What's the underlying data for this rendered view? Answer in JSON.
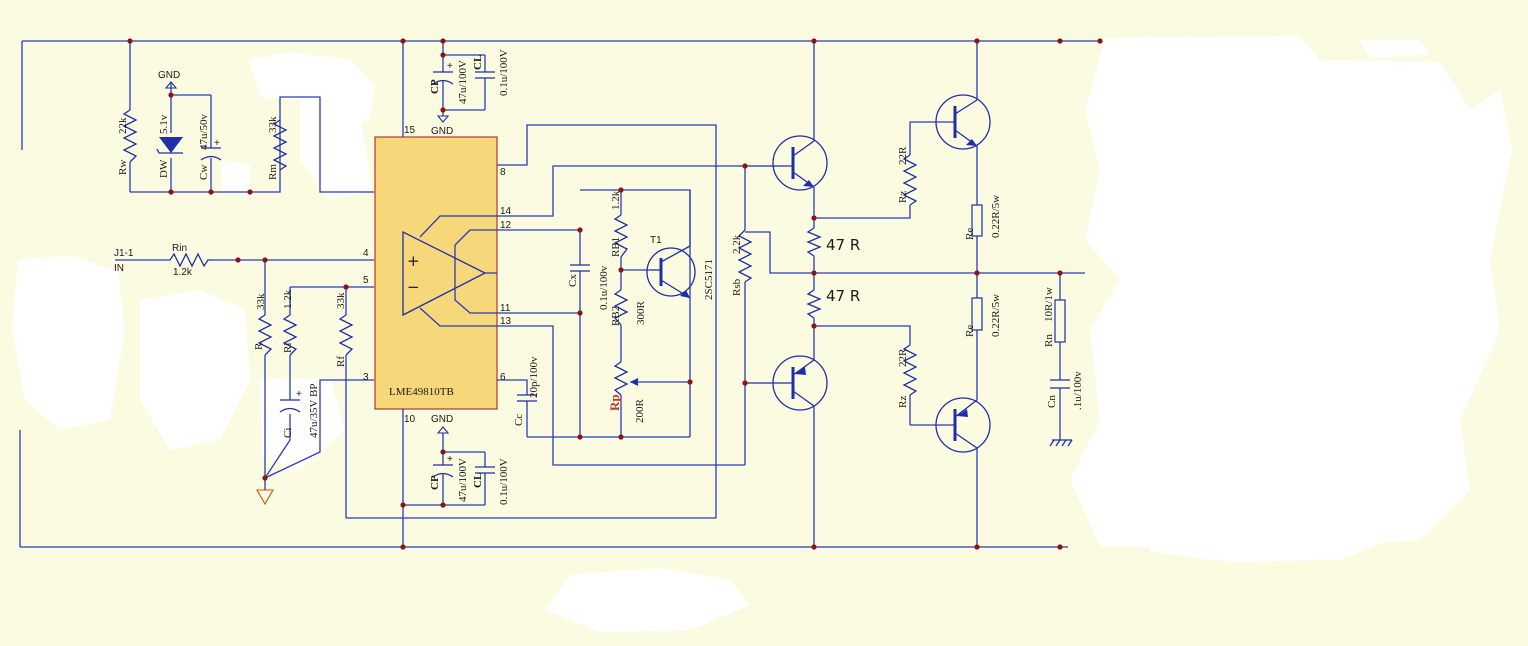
{
  "colors": {
    "background": "#fbfbe1",
    "wire": "#2b3ab8",
    "junction": "#8b1414",
    "chip_fill": "#f6d77a",
    "chip_border": "#b03a2e",
    "rp_label": "#c0392b",
    "ground": "#d35400",
    "zener_fill": "#1f2fa6"
  },
  "chip": {
    "part": "LME49810TB",
    "pins": {
      "p15": "15",
      "p8": "8",
      "p14": "14",
      "p12": "12",
      "p4": "4",
      "p5": "5",
      "p11": "11",
      "p13": "13",
      "p3": "3",
      "p6": "6",
      "p10": "10"
    },
    "plus": "+",
    "minus": "−"
  },
  "labels": {
    "gnd_zener": "GND",
    "gnd_top": "GND",
    "gnd_bottom": "GND",
    "j1": "J1-1",
    "in": "IN",
    "rin": "Rin",
    "rin_val": "1.2k",
    "rw": "Rw",
    "rw_val": "22k",
    "dw": "DW",
    "dw_val": "5.1v",
    "cw": "Cw",
    "cw_val": "47u/50v",
    "rm": "Rm",
    "rm_val": "33k",
    "cp_top": "CP",
    "cp_top_val": "47u/100V",
    "cl_top": "CL",
    "cl_top_val": "0.1u/100V",
    "cp_bot": "CP",
    "cp_bot_val": "47u/100V",
    "cl_bot": "CL",
    "cl_bot_val": "0.1u/100V",
    "r33k_left": "33k",
    "r33k_left_name": "R",
    "ri": "Ri",
    "ri_val": "1.2k",
    "rf": "Rf",
    "rf_val": "33k",
    "ci": "Ci",
    "ci_val": "47u/35V BP",
    "cc": "Cc",
    "cc_val": "20p/100v",
    "cx": "Cx",
    "cx_val": "0.1u/100v",
    "rb1": "RB1",
    "rb1_val": "1.2k",
    "rb2": "RB2",
    "rb2_val": "300R",
    "rp": "Rp",
    "rp_val": "200R",
    "t1": "T1",
    "t1_part": "2SC5171",
    "rsb": "Rsb",
    "rsb_val": "2.2k",
    "r47_top": "47 R",
    "r47_bot": "47 R",
    "rz_top": "Rz",
    "rz_top_val": "22R",
    "rz_bot": "Rz",
    "rz_bot_val": "22R",
    "re_top": "Re",
    "re_top_val": "0.22R/5w",
    "re_bot": "Re",
    "re_bot_val": "0.22R/5w",
    "rn": "Rn",
    "rn_val": "10R/1w",
    "cn": "Cn",
    "cn_val": ".1u/100v"
  }
}
